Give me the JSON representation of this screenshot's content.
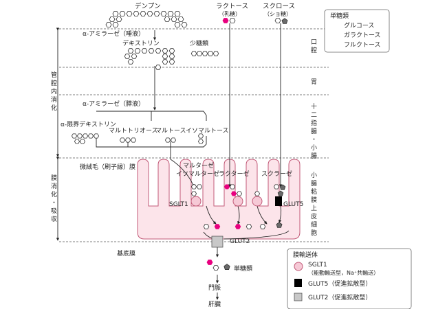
{
  "top": {
    "starch": "デンプン",
    "lactose": "ラクトース",
    "lactose_sub": "（乳糖）",
    "sucrose": "スクロース",
    "sucrose_sub": "（ショ糖）"
  },
  "enzymes": {
    "amylase_saliva": "α-アミラーゼ（唾液）",
    "dextrin": "デキストリン",
    "oligo": "少糖類",
    "amylase_pancreas": "α-アミラーゼ（膵液）",
    "limit_dextrin": "α-限界デキストリン",
    "maltotriose": "マルトトリオース",
    "maltose": "マルトース",
    "isomaltose": "イソマルトース",
    "maltase": "マルターゼ",
    "isomaltase": "イソマルターゼ",
    "lactase": "ラクターゼ",
    "sucrase": "スクラーゼ"
  },
  "membrane": {
    "microvilli": "微絨毛（刷子縁）膜",
    "basement": "基底膜",
    "sglt1": "SGLT1",
    "glut5": "GLUT5",
    "glut2": "GLUT2"
  },
  "bottom": {
    "monosaccharide": "単糖類",
    "portal": "門脈",
    "liver": "肝臓"
  },
  "side_left": {
    "luminal": [
      "管",
      "腔",
      "内",
      "消",
      "化"
    ],
    "membrane": [
      "膜",
      "消",
      "化",
      "・",
      "吸",
      "収"
    ]
  },
  "side_right": {
    "mouth": [
      "口",
      "腔"
    ],
    "stomach": [
      "胃"
    ],
    "duodenum": [
      "十",
      "二",
      "指",
      "腸",
      "・",
      "小",
      "腸"
    ],
    "epithelium": [
      "小",
      "腸",
      "粘",
      "膜",
      "上",
      "皮",
      "細",
      "胞"
    ]
  },
  "legend_sugar": {
    "title": "単糖類",
    "items": [
      {
        "shape": "hexagon-white",
        "label": "グルコース"
      },
      {
        "shape": "hexagon-magenta",
        "label": "ガラクトース"
      },
      {
        "shape": "pentagon-gray",
        "label": "フルクトース"
      }
    ]
  },
  "legend_transport": {
    "title": "膜輸送体",
    "items": [
      {
        "shape": "circle-pink",
        "label": "SGLT1",
        "sub": "（能動輸送型，Na⁺共輸送）"
      },
      {
        "shape": "square-black",
        "label": "GLUT5（促進拡散型）"
      },
      {
        "shape": "square-gray",
        "label": "GLUT2（促進拡散型）"
      }
    ]
  },
  "colors": {
    "glucose_fill": "#ffffff",
    "galactose_fill": "#e8007f",
    "fructose_fill": "#6a6a6a",
    "cell_fill": "#fce4ea",
    "cell_stroke": "#c25a78",
    "sglt1_fill": "#f6c9d6",
    "glut5_fill": "#000000",
    "glut2_fill": "#c8c8c8"
  }
}
